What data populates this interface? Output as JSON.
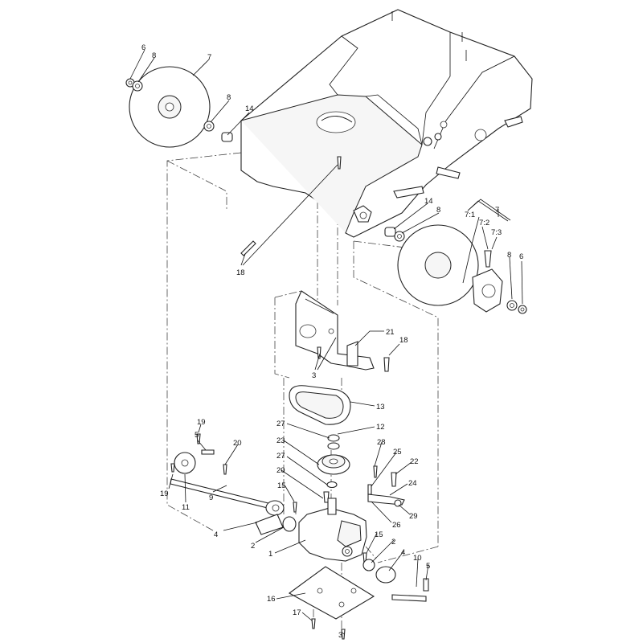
{
  "callouts": [
    {
      "id": "c-6a",
      "text": "6"
    },
    {
      "id": "c-8a",
      "text": "8"
    },
    {
      "id": "c-7a",
      "text": "7"
    },
    {
      "id": "c-8b",
      "text": "8"
    },
    {
      "id": "c-14a",
      "text": "14"
    },
    {
      "id": "c-18a",
      "text": "18"
    },
    {
      "id": "c-14b",
      "text": "14"
    },
    {
      "id": "c-8c",
      "text": "8"
    },
    {
      "id": "c-7b",
      "text": "7"
    },
    {
      "id": "c-71",
      "text": "7:1"
    },
    {
      "id": "c-72",
      "text": "7:2"
    },
    {
      "id": "c-73",
      "text": "7:3"
    },
    {
      "id": "c-8d",
      "text": "8"
    },
    {
      "id": "c-6b",
      "text": "6"
    },
    {
      "id": "c-21",
      "text": "21"
    },
    {
      "id": "c-18b",
      "text": "18"
    },
    {
      "id": "c-3a",
      "text": "3"
    },
    {
      "id": "c-13",
      "text": "13"
    },
    {
      "id": "c-27a",
      "text": "27"
    },
    {
      "id": "c-12",
      "text": "12"
    },
    {
      "id": "c-23",
      "text": "23"
    },
    {
      "id": "c-27b",
      "text": "27"
    },
    {
      "id": "c-20a",
      "text": "20"
    },
    {
      "id": "c-19a",
      "text": "19"
    },
    {
      "id": "c-5a",
      "text": "5"
    },
    {
      "id": "c-20b",
      "text": "20"
    },
    {
      "id": "c-19b",
      "text": "19"
    },
    {
      "id": "c-11",
      "text": "11"
    },
    {
      "id": "c-9",
      "text": "9"
    },
    {
      "id": "c-15a",
      "text": "15"
    },
    {
      "id": "c-4a",
      "text": "4"
    },
    {
      "id": "c-2a",
      "text": "2"
    },
    {
      "id": "c-1",
      "text": "1"
    },
    {
      "id": "c-28",
      "text": "28"
    },
    {
      "id": "c-25",
      "text": "25"
    },
    {
      "id": "c-22",
      "text": "22"
    },
    {
      "id": "c-24",
      "text": "24"
    },
    {
      "id": "c-29",
      "text": "29"
    },
    {
      "id": "c-26",
      "text": "26"
    },
    {
      "id": "c-15b",
      "text": "15"
    },
    {
      "id": "c-2b",
      "text": "2"
    },
    {
      "id": "c-4b",
      "text": "4"
    },
    {
      "id": "c-10",
      "text": "10"
    },
    {
      "id": "c-5b",
      "text": "5"
    },
    {
      "id": "c-16",
      "text": "16"
    },
    {
      "id": "c-17",
      "text": "17"
    },
    {
      "id": "c-3b",
      "text": "3"
    }
  ]
}
